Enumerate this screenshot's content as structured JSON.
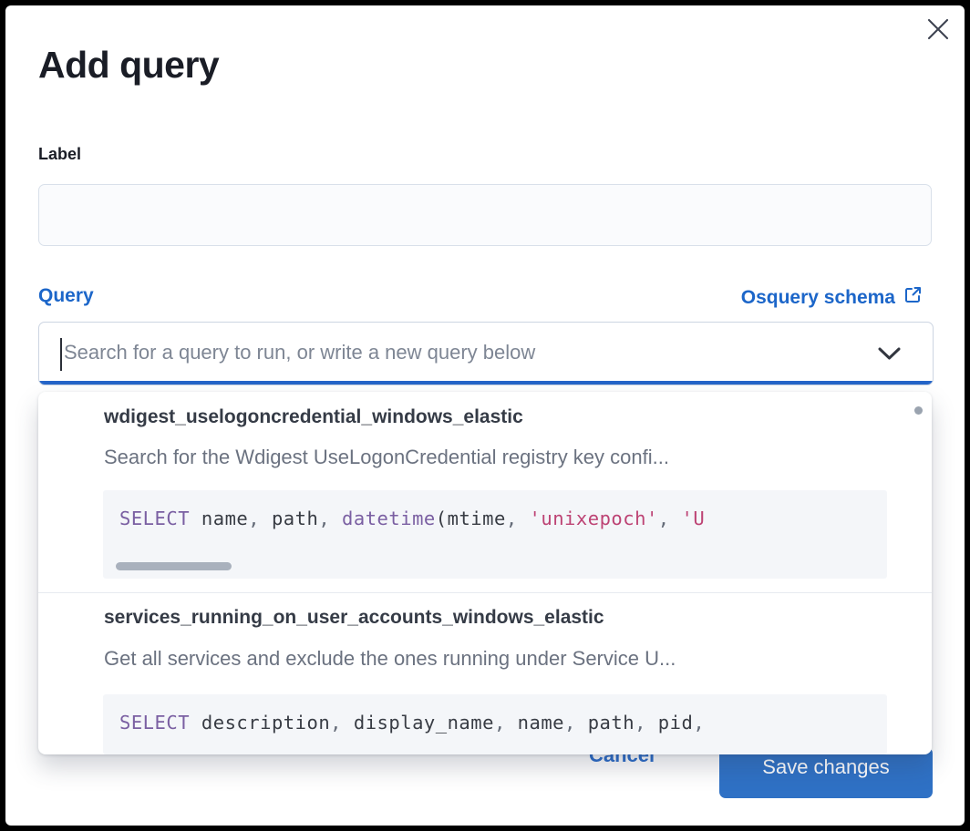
{
  "modal": {
    "title": "Add query"
  },
  "label_field": {
    "label": "Label",
    "value": "",
    "placeholder": ""
  },
  "query_field": {
    "label": "Query",
    "schema_link_label": "Osquery schema",
    "placeholder": "Search for a query to run, or write a new query below"
  },
  "dropdown": {
    "options": [
      {
        "title": "wdigest_uselogoncredential_windows_elastic",
        "description": "Search for the Wdigest UseLogonCredential registry key confi...",
        "code_tokens": [
          {
            "text": "SELECT",
            "type": "keyword"
          },
          {
            "text": " name",
            "type": "ident"
          },
          {
            "text": ",",
            "type": "punct"
          },
          {
            "text": " path",
            "type": "ident"
          },
          {
            "text": ",",
            "type": "punct"
          },
          {
            "text": " ",
            "type": "ident"
          },
          {
            "text": "datetime",
            "type": "keyword"
          },
          {
            "text": "(mtime",
            "type": "ident"
          },
          {
            "text": ",",
            "type": "punct"
          },
          {
            "text": " ",
            "type": "ident"
          },
          {
            "text": "'unixepoch'",
            "type": "string"
          },
          {
            "text": ",",
            "type": "punct"
          },
          {
            "text": " ",
            "type": "ident"
          },
          {
            "text": "'U",
            "type": "string"
          }
        ]
      },
      {
        "title": "services_running_on_user_accounts_windows_elastic",
        "description": "Get all services and exclude the ones running under Service U...",
        "code_tokens": [
          {
            "text": "SELECT",
            "type": "keyword"
          },
          {
            "text": " description",
            "type": "ident"
          },
          {
            "text": ",",
            "type": "punct"
          },
          {
            "text": " display_name",
            "type": "ident"
          },
          {
            "text": ",",
            "type": "punct"
          },
          {
            "text": " name",
            "type": "ident"
          },
          {
            "text": ",",
            "type": "punct"
          },
          {
            "text": " path",
            "type": "ident"
          },
          {
            "text": ",",
            "type": "punct"
          },
          {
            "text": " pid",
            "type": "ident"
          },
          {
            "text": ",",
            "type": "punct"
          }
        ]
      }
    ]
  },
  "footer": {
    "cancel_label": "Cancel",
    "save_label": "Save changes"
  },
  "colors": {
    "link_blue": "#1c66c9",
    "focus_underline_blue": "#2565c8",
    "save_button_blue": "#2f71c5",
    "code_keyword_purple": "#7a5fa2",
    "code_string_rose": "#bd4374",
    "option_title_dark": "#353b46",
    "description_gray": "#6b7280"
  }
}
